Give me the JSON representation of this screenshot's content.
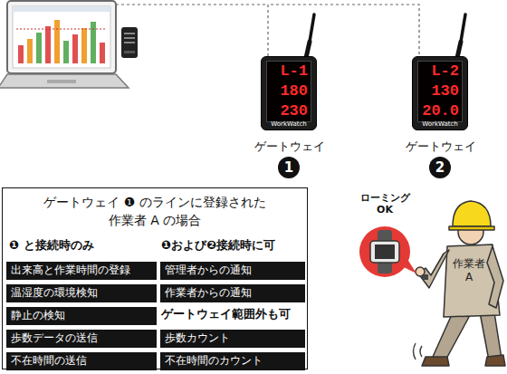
{
  "diagram": {
    "nodes": [
      {
        "text": [
          "L-1",
          "180",
          "230",
          "WorkWatch",
          "ゲートウェイ"
        ]
      },
      {
        "text": [
          "L-2",
          "130",
          "20.0",
          "WorkWatch",
          "ゲートウェイ"
        ]
      },
      {
        "text": [
          "ゲートウェイ ❶ のラインに登録された 作業者 A の場合"
        ]
      },
      {
        "text": [
          "出来高と作業時間の登録"
        ],
        "in": 2
      },
      {
        "text": [
          "管理者からの通知"
        ],
        "in": 2
      },
      {
        "text": [
          "温湿度の環境検知"
        ],
        "in": 2
      },
      {
        "text": [
          "作業者からの通知"
        ],
        "in": 2
      },
      {
        "text": [
          "静止の検知"
        ],
        "in": 2
      },
      {
        "text": [
          "歩数データの送信"
        ],
        "in": 2
      },
      {
        "text": [
          "歩数カウント"
        ],
        "in": 2
      },
      {
        "text": [
          "不在時間の送信"
        ],
        "in": 2
      },
      {
        "text": [
          "不在時間のカウント"
        ],
        "in": 2
      }
    ],
    "edges": [
      {
        "from": 0,
        "to": 1,
        "arrow": "none"
      }
    ],
    "labels": [
      "1",
      "2",
      "❶ と接続時のみ",
      "❶および❷接続時に可",
      "ゲートウェイ範囲外も可",
      "ローミング OK",
      "作業者 A"
    ]
  }
}
